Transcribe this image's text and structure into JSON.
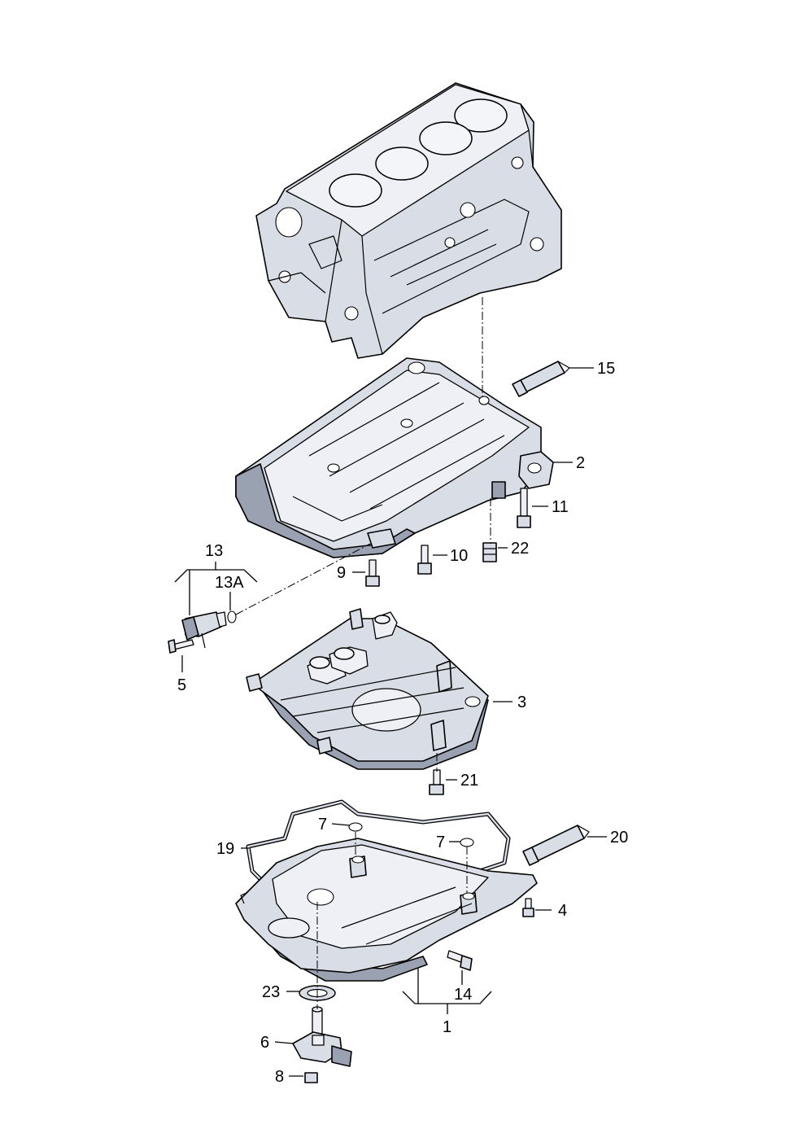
{
  "callouts": [
    {
      "id": "15",
      "text": "15"
    },
    {
      "id": "2",
      "text": "2"
    },
    {
      "id": "11",
      "text": "11"
    },
    {
      "id": "22",
      "text": "22"
    },
    {
      "id": "10",
      "text": "10"
    },
    {
      "id": "9",
      "text": "9"
    },
    {
      "id": "13",
      "text": "13"
    },
    {
      "id": "13A",
      "text": "13A"
    },
    {
      "id": "5",
      "text": "5"
    },
    {
      "id": "3",
      "text": "3"
    },
    {
      "id": "21",
      "text": "21"
    },
    {
      "id": "7a",
      "text": "7"
    },
    {
      "id": "7b",
      "text": "7"
    },
    {
      "id": "19",
      "text": "19"
    },
    {
      "id": "20",
      "text": "20"
    },
    {
      "id": "4",
      "text": "4"
    },
    {
      "id": "23",
      "text": "23"
    },
    {
      "id": "14",
      "text": "14"
    },
    {
      "id": "1",
      "text": "1"
    },
    {
      "id": "6",
      "text": "6"
    },
    {
      "id": "8",
      "text": "8"
    }
  ]
}
